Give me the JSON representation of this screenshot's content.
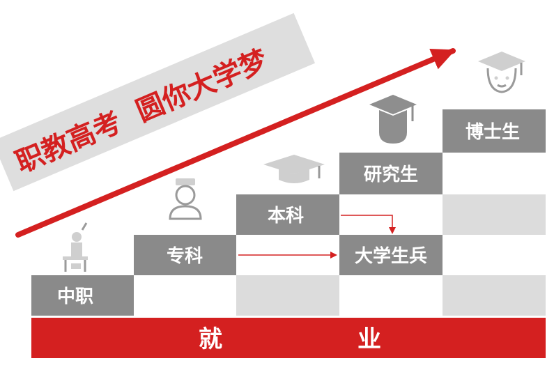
{
  "banner": {
    "text": "职教高考  圆你大学梦"
  },
  "steps": {
    "zhongzhi": "中职",
    "zhuanke": "专科",
    "benke": "本科",
    "yanjiusheng": "研究生",
    "boshisheng": "博士生",
    "daxueshengbing": "大学生兵"
  },
  "employment_bar": {
    "left_char": "就",
    "right_char": "业"
  },
  "colors": {
    "accent_red": "#d42020",
    "step_gray": "#8a8a8a",
    "cell_light": "#dcdcdc",
    "icon_gray": "#9a9a9a"
  },
  "icons": [
    "student-at-desk-icon",
    "student-bust-icon",
    "mortarboard-icon",
    "graduate-bust-icon",
    "doctor-graduate-icon"
  ]
}
